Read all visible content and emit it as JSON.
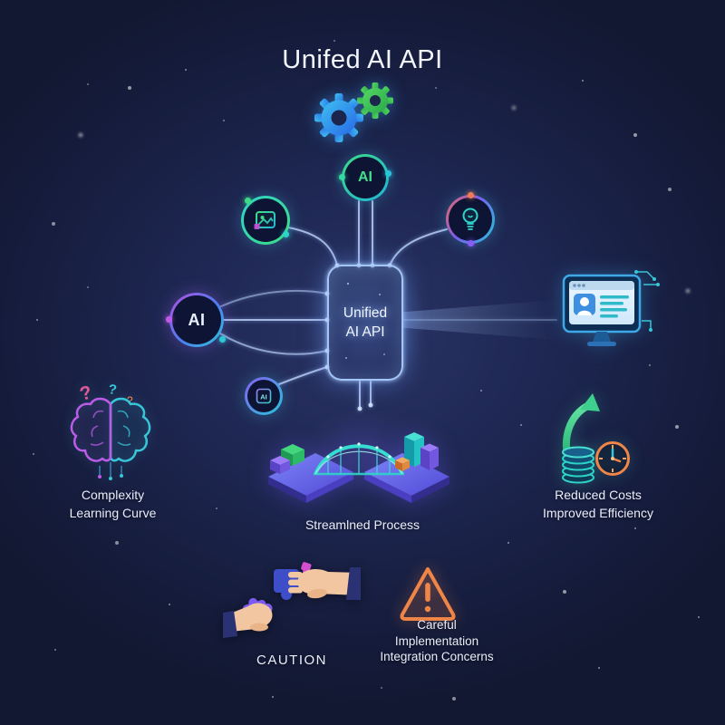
{
  "title": "Unifed AI API",
  "chip": {
    "line1": "Unified",
    "line2": "AI API"
  },
  "nodes": {
    "top_ai_label": "AI",
    "left_ai_label": "AI",
    "mini_chip_label": "AI"
  },
  "brain": {
    "q1": "?",
    "q2": "?",
    "q3": "?"
  },
  "captions": {
    "complexity_line1": "Complexity",
    "complexity_line2": "Learning Curve",
    "process_label": "Streamlned Process",
    "costs_line1": "Reduced Costs",
    "costs_line2": "Improved Efficiency",
    "caution_label": "CAUTION",
    "warning_line1": "Careful",
    "warning_line2": "Implementation",
    "warning_line3": "Integration Concerns"
  },
  "icons": {
    "gears_icon": "two-gears",
    "image_recognition_icon": "photo-frame",
    "lightbulb_icon": "idea-bulb",
    "ai_chip_icon": "ai-microchip",
    "monitor_icon": "browser-dashboard",
    "brain_icon": "brain-with-question-marks",
    "bridge_icon": "isometric-bridge",
    "coins_clock_icon": "coins-and-clock",
    "growth_arrow_icon": "green-up-arrow",
    "hands_puzzle_icon": "hands-joining-puzzle",
    "warning_icon": "warning-triangle"
  },
  "colors": {
    "background": "#161d3e",
    "accent_teal": "#2fd4c9",
    "accent_green": "#3ddc84",
    "accent_blue": "#4da3ff",
    "accent_purple": "#8b5cf6",
    "accent_orange": "#f08548",
    "wire": "#b7cdf4",
    "text": "#eef2fa"
  }
}
